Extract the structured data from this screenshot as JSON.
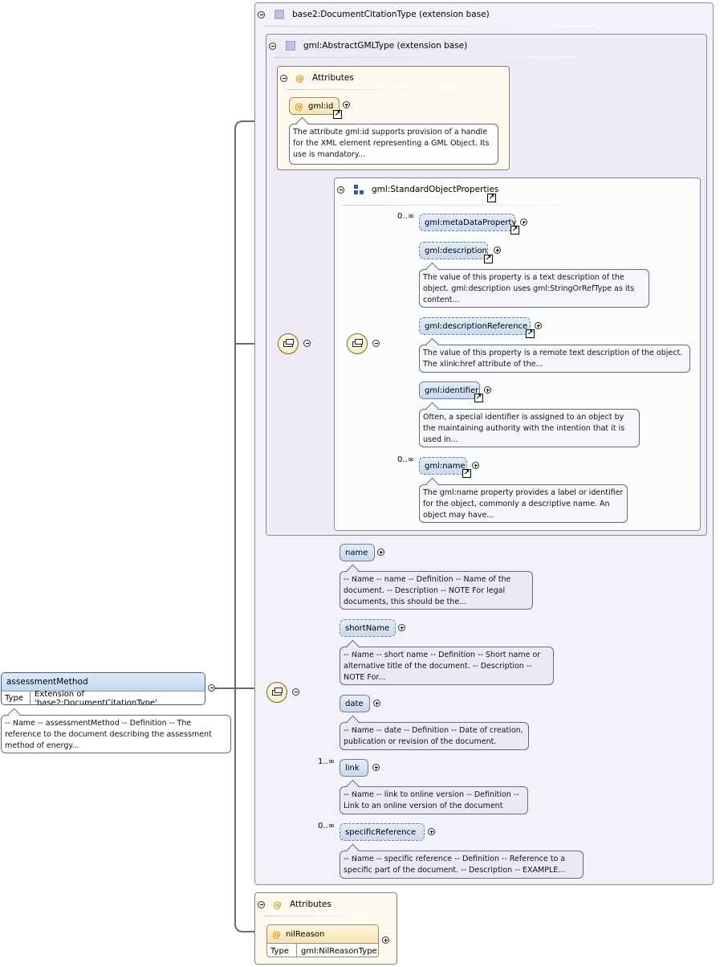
{
  "ext_base": {
    "title": "base2:DocumentCitationType (extension base)"
  },
  "gml_ext": {
    "title": "gml:AbstractGMLType (extension base)"
  },
  "gml_attrs": {
    "title": "Attributes",
    "attr_name": "gml:id",
    "doc": "The attribute gml:id supports provision of a handle for the XML element representing a GML Object. Its use is mandatory..."
  },
  "std_props": {
    "title": "gml:StandardObjectProperties",
    "items": [
      {
        "label": "gml:metaDataProperty",
        "occurs": "0..∞",
        "doc": ""
      },
      {
        "label": "gml:description",
        "occurs": "",
        "doc": "The value of this property is a text description of the object. gml:description uses gml:StringOrRefType as its content..."
      },
      {
        "label": "gml:descriptionReference",
        "occurs": "",
        "doc": "The value of this property is a remote text description of the object. The xlink:href attribute of the..."
      },
      {
        "label": "gml:identifier",
        "occurs": "",
        "doc": "Often, a special identifier is assigned to an object by the maintaining authority with the intention that it is used in..."
      },
      {
        "label": "gml:name",
        "occurs": "0..∞",
        "doc": "The gml:name property provides a label or identifier for the object, commonly a descriptive name. An object may have..."
      }
    ]
  },
  "doc_seq": {
    "items": [
      {
        "label": "name",
        "occurs": "",
        "doc": "-- Name -- name -- Definition -- Name of the document. -- Description -- NOTE For legal documents, this should be the..."
      },
      {
        "label": "shortName",
        "occurs": "",
        "doc": "-- Name -- short name -- Definition -- Short name or alternative title of the document. -- Description -- NOTE For..."
      },
      {
        "label": "date",
        "occurs": "",
        "doc": "-- Name -- date -- Definition -- Date of creation, publication or revision of the document."
      },
      {
        "label": "link",
        "occurs": "1..∞",
        "doc": "-- Name -- link to online version -- Definition -- Link to an online version of the document"
      },
      {
        "label": "specificReference",
        "occurs": "0..∞",
        "doc": "-- Name -- specific reference -- Definition -- Reference to a specific part of the document. -- Description -- EXAMPLE..."
      }
    ]
  },
  "main": {
    "name": "assessmentMethod",
    "type_key": "Type",
    "type_value": "Extension of 'base2:DocumentCitationType'",
    "doc": "-- Name -- assessmentMethod -- Definition -- The reference to the document describing the assessment method of energy..."
  },
  "bottom_attrs": {
    "title": "Attributes",
    "attr_name": "nilReason",
    "type_key": "Type",
    "type_value": "gml:NilReasonType"
  },
  "icons": {
    "at": "@",
    "ref": "↗"
  }
}
